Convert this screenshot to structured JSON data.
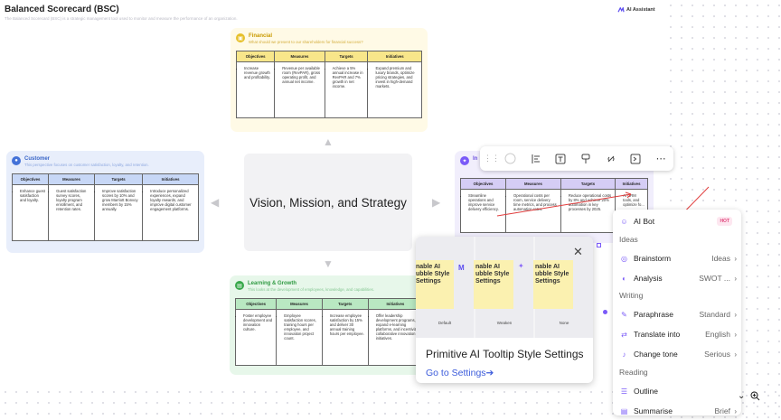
{
  "header": {
    "title": "Balanced Scorecard (BSC)",
    "subtitle": "The Balanced Scorecard (BSC) is a strategic management tool used to monitor and measure the performance of an organization.",
    "ai_assistant": "AI Assistant"
  },
  "center": {
    "label": "Vision, Mission, and Strategy"
  },
  "columns": [
    "Objectives",
    "Measures",
    "Targets",
    "Initiatives"
  ],
  "financial": {
    "title": "Financial",
    "desc": "What should we present to our shareholders for financial success?",
    "row": [
      "Increase revenue growth and profitability.",
      "Revenue per available room (RevPAR), gross operating profit, and annual net income.",
      "Achieve a 5% annual increase in RevPAR and 7% growth in net income.",
      "Expand premium and luxury brands, optimize pricing strategies, and invest in high-demand markets."
    ]
  },
  "customer": {
    "title": "Customer",
    "desc": "This perspective focuses on customer satisfaction, loyalty, and retention.",
    "row": [
      "Enhance guest satisfaction and loyalty.",
      "Guest satisfaction survey scores, loyalty program enrollment, and retention rates.",
      "Improve satisfaction scores by 10% and grow Marriott Bonvoy members by 15% annually.",
      "Introduce personalized experiences, expand loyalty rewards, and improve digital customer engagement platforms."
    ]
  },
  "internal": {
    "title": "In",
    "row": [
      "Streamline operations and improve service delivery efficiency.",
      "Operational costs per room, service delivery time metrics, and process automation rates.",
      "Reduce operational costs by 8% and achieve 20% automation in key processes by 2025.",
      "AI CRM tools, and optimize fo..."
    ]
  },
  "learning": {
    "title": "Learning & Growth",
    "desc": "This looks at the development of employees, knowledge, and capabilities.",
    "row": [
      "Foster employee development and innovation culture.",
      "Employee satisfaction scores, training hours per employee, and innovation project count.",
      "Increase employee satisfaction by 15% and deliver 30 annual training hours per employee.",
      "Offer leadership development programs, expand e-learning platforms, and incentivize collaborative innovation initiatives."
    ]
  },
  "tooltip": {
    "sticky_text": "nable AI ubble Style Settings",
    "labels": [
      "Default",
      "Weaken",
      "None"
    ],
    "title": "Primitive AI Tooltip Style Settings",
    "link": "Go to Settings"
  },
  "menu": {
    "ai_bot": "AI Bot",
    "hot": "HOT",
    "sec_ideas": "Ideas",
    "brainstorm": "Brainstorm",
    "brainstorm_val": "Ideas",
    "analysis": "Analysis",
    "analysis_val": "SWOT ...",
    "sec_writing": "Writing",
    "paraphrase": "Paraphrase",
    "paraphrase_val": "Standard",
    "translate": "Translate into",
    "translate_val": "English",
    "tone": "Change tone",
    "tone_val": "Serious",
    "sec_reading": "Reading",
    "outline": "Outline",
    "summarise": "Summarise",
    "summarise_val": "Brief"
  },
  "colors": {
    "financial_bg": "#fffae6",
    "financial_head": "#f8e68a",
    "customer_bg": "#e8eefb",
    "customer_head": "#c7d7f6",
    "learning_bg": "#e7f7ea",
    "learning_head": "#b9e8c2",
    "internal_head": "#d5cdf5",
    "accent": "#7a5af8"
  }
}
